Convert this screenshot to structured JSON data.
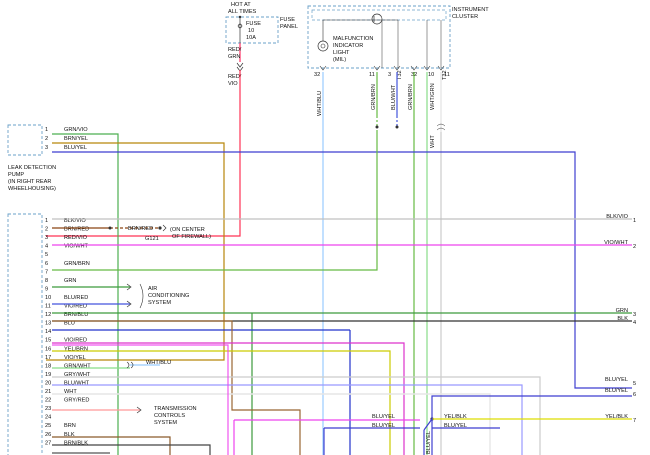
{
  "colors": {
    "grn_vio": "#4caf50",
    "brn_yel": "#b8860b",
    "blu_yel": "#3f3fd0",
    "blk_vio": "#c0c0c0",
    "brn_red": "#8b4513",
    "red_vio": "#ff3355",
    "vio_wht": "#ee44ee",
    "grn_brn": "#66bb44",
    "grn": "#3c9a3c",
    "blu_red": "#4455dd",
    "vio_red": "#dd33cc",
    "brn_blu": "#996633",
    "blu": "#2233cc",
    "yel_brn": "#cccc00",
    "wht_blu": "#99ccff",
    "grn_wht": "#88dd88",
    "gry_wht": "#cccccc",
    "blu_wht": "#9999ff",
    "wht": "#e6e6e6",
    "gry_red": "#ff9999",
    "brn": "#8b5a2b",
    "blk": "#444444",
    "brn_blk": "#555555",
    "yel_blk": "#dddd00",
    "red_grn": "#ff3366",
    "connector": "#6aa0c8"
  },
  "fuse": {
    "hot_label_1": "HOT AT",
    "hot_label_2": "ALL TIMES",
    "fuse_word": "FUSE",
    "fuse_num": "10",
    "fuse_amp": "10A",
    "panel_1": "FUSE",
    "panel_2": "PANEL",
    "wire_top": "RED/",
    "wire_top2": "GRN",
    "wire_bot": "RED/",
    "wire_bot2": "VIO"
  },
  "cluster": {
    "title_1": "INSTRUMENT",
    "title_2": "CLUSTER",
    "mil_1": "MALFUNCTION",
    "mil_2": "INDICATOR",
    "mil_3": "LIGHT",
    "mil_4": "(MIL)",
    "pin_a": "32",
    "pin_b": "11",
    "pin_c": "3",
    "pin_d": "32",
    "pin_e": "10",
    "pin_f": "11",
    "wire_a": "WHT/BLU",
    "wire_b": "GRN/BRN",
    "wire_c": "BLU/WHT",
    "wire_d": "GRN/BRN",
    "wire_e": "WHT/GRN",
    "wire_f": "WHT",
    "wire_g": "T32",
    "wire_h": "T32",
    "wire_i": "WHT"
  },
  "ldp": {
    "title_1": "LEAK DETECTION",
    "title_2": "PUMP",
    "title_3": "(IN RIGHT REAR",
    "title_4": "WHEELHOUSING)",
    "pins": [
      {
        "num": "1",
        "wire": "GRN/VIO"
      },
      {
        "num": "2",
        "wire": "BRN/YEL"
      },
      {
        "num": "3",
        "wire": "BLU/YEL"
      }
    ]
  },
  "ecm_pins": [
    {
      "num": "1",
      "wire": "BLK/VIO"
    },
    {
      "num": "2",
      "wire": "BRN/RED"
    },
    {
      "num": "3",
      "wire": "RED/VIO"
    },
    {
      "num": "4",
      "wire": "VIO/WHT"
    },
    {
      "num": "5",
      "wire": ""
    },
    {
      "num": "6",
      "wire": "GRN/BRN"
    },
    {
      "num": "7",
      "wire": ""
    },
    {
      "num": "8",
      "wire": "GRN"
    },
    {
      "num": "9",
      "wire": ""
    },
    {
      "num": "10",
      "wire": "BLU/RED"
    },
    {
      "num": "11",
      "wire": "VIO/RED"
    },
    {
      "num": "12",
      "wire": "BRN/BLU"
    },
    {
      "num": "13",
      "wire": "BLU"
    },
    {
      "num": "14",
      "wire": ""
    },
    {
      "num": "15",
      "wire": "VIO/RED"
    },
    {
      "num": "16",
      "wire": "YEL/BRN"
    },
    {
      "num": "17",
      "wire": "VIO/YEL"
    },
    {
      "num": "18",
      "wire": "GRN/WHT"
    },
    {
      "num": "19",
      "wire": "GRY/WHT"
    },
    {
      "num": "20",
      "wire": "BLU/WHT"
    },
    {
      "num": "21",
      "wire": "WHT"
    },
    {
      "num": "22",
      "wire": "GRY/RED"
    },
    {
      "num": "23",
      "wire": ""
    },
    {
      "num": "24",
      "wire": ""
    },
    {
      "num": "25",
      "wire": "BRN"
    },
    {
      "num": "26",
      "wire": "BLK"
    },
    {
      "num": "27",
      "wire": "BRN/BLK"
    }
  ],
  "notes": {
    "ground_wire": "BRN/RED",
    "ground_id": "G121",
    "ground_loc_1": "(ON CENTER",
    "ground_loc_2": "OF FIREWALL)",
    "ac_1": "AIR",
    "ac_2": "CONDITIONING",
    "ac_3": "SYSTEM",
    "tcs_1": "TRANSMISSION",
    "tcs_2": "CONTROLS",
    "tcs_3": "SYSTEM",
    "wht_blu": "WHT/BLU"
  },
  "right_labels": [
    {
      "wire": "BLK/VIO",
      "num": "1"
    },
    {
      "wire": "VIO/WHT",
      "num": "2"
    },
    {
      "wire": "GRN",
      "num": "3"
    },
    {
      "wire": "BLK",
      "num": "4"
    },
    {
      "wire": "BLU/YEL",
      "num": "5"
    },
    {
      "wire": "BLU/YEL",
      "num": "6"
    },
    {
      "wire": "YEL/BLK",
      "num": "7"
    }
  ],
  "bottom_labels": {
    "blu_yel_1": "BLU/YEL",
    "blu_yel_2": "BLU/YEL",
    "yel_blk": "YEL/BLK",
    "blu_yel_3": "BLU/YEL",
    "blu_yel_rot": "BLU/YEL"
  }
}
